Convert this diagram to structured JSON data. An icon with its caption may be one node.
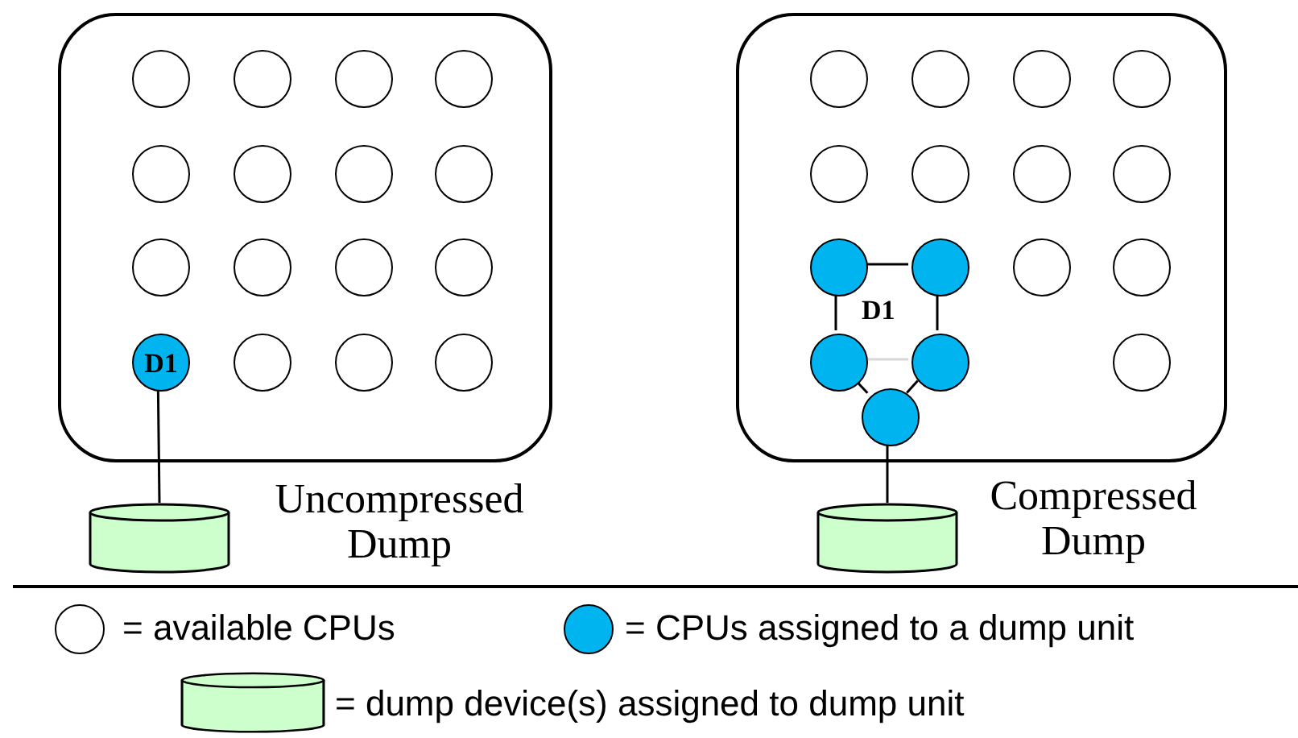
{
  "diagram": {
    "nodes": [
      {
        "text": [],
        "shape": "box"
      },
      {
        "text": [],
        "shape": "circle",
        "in": 0
      },
      {
        "text": [],
        "shape": "circle",
        "in": 0
      },
      {
        "text": [],
        "shape": "circle",
        "in": 0
      },
      {
        "text": [],
        "shape": "circle",
        "in": 0
      },
      {
        "text": [],
        "shape": "circle",
        "in": 0
      },
      {
        "text": [],
        "shape": "circle",
        "in": 0
      },
      {
        "text": [],
        "shape": "circle",
        "in": 0
      },
      {
        "text": [],
        "shape": "circle",
        "in": 0
      },
      {
        "text": [],
        "shape": "circle",
        "in": 0
      },
      {
        "text": [],
        "shape": "circle",
        "in": 0
      },
      {
        "text": [],
        "shape": "circle",
        "in": 0
      },
      {
        "text": [],
        "shape": "circle",
        "in": 0
      },
      {
        "text": [
          "D1"
        ],
        "in": 0
      },
      {
        "text": [],
        "shape": "circle",
        "in": 0
      },
      {
        "text": [],
        "shape": "circle",
        "in": 0
      },
      {
        "text": [],
        "shape": "circle",
        "in": 0
      },
      {
        "text": [],
        "shape": "cylinder",
        "beside": [
          "Uncompressed Dump"
        ]
      },
      {
        "text": [],
        "shape": "box"
      },
      {
        "text": [],
        "shape": "circle",
        "in": 18
      },
      {
        "text": [],
        "shape": "circle",
        "in": 18
      },
      {
        "text": [],
        "shape": "circle",
        "in": 18
      },
      {
        "text": [],
        "shape": "circle",
        "in": 18
      },
      {
        "text": [],
        "shape": "circle",
        "in": 18
      },
      {
        "text": [],
        "shape": "circle",
        "in": 18
      },
      {
        "text": [],
        "shape": "circle",
        "in": 18
      },
      {
        "text": [],
        "shape": "circle",
        "in": 18
      },
      {
        "text": [],
        "shape": "circle",
        "in": 18
      },
      {
        "text": [],
        "shape": "circle",
        "in": 18
      },
      {
        "text": [],
        "shape": "circle",
        "in": 18
      },
      {
        "text": [],
        "shape": "circle",
        "in": 18
      },
      {
        "text": [],
        "shape": "circle",
        "in": 18
      },
      {
        "text": [],
        "shape": "circle",
        "in": 18
      },
      {
        "text": [],
        "shape": "circle",
        "in": 18
      },
      {
        "text": [],
        "shape": "circle",
        "in": 18
      },
      {
        "text": [],
        "shape": "cylinder",
        "beside": [
          "Compressed Dump"
        ]
      }
    ],
    "edges": [
      {
        "from": 13,
        "to": 17,
        "arrow": "none"
      },
      {
        "from": 27,
        "to": 28,
        "arrow": "none"
      },
      {
        "from": 27,
        "to": 31,
        "arrow": "none"
      },
      {
        "from": 28,
        "to": 32,
        "arrow": "none"
      },
      {
        "from": 31,
        "to": 32,
        "arrow": "none",
        "color": "#d8d8d8"
      },
      {
        "from": 31,
        "to": 34,
        "arrow": "none"
      },
      {
        "from": 32,
        "to": 34,
        "arrow": "none"
      },
      {
        "from": 34,
        "to": 35,
        "arrow": "none"
      }
    ],
    "labels": [
      "D1"
    ],
    "legend": [
      {
        "text": "= available CPUs"
      },
      {
        "text": "= CPUs assigned to a dump unit",
        "color": "#00b4f0"
      },
      {
        "text": "= dump device(s) assigned to dump unit",
        "color": "#ccffcc"
      }
    ]
  }
}
